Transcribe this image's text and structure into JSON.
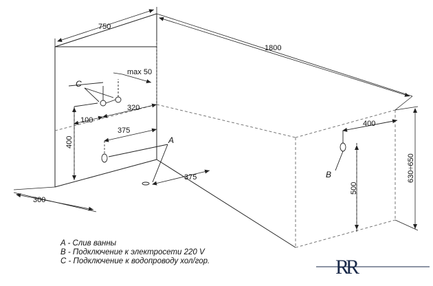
{
  "dimensions": {
    "width": "750",
    "length": "1800",
    "max_height": "max 50",
    "c_spacing": "320",
    "c_offset": "100",
    "drain_offset_back": "375",
    "drain_offset_floor": "375",
    "height_400": "400",
    "depth_300": "300",
    "b_offset": "400",
    "b_height": "500",
    "total_height": "630÷650"
  },
  "markers": {
    "a": "A",
    "b": "B",
    "c": "C"
  },
  "legend": [
    "A - Слив ванны",
    "B - Подключение к электросети 220 V",
    "C - Подключение к водопроводу хол/гор."
  ],
  "colors": {
    "line": "#222222",
    "dashed": "#555555",
    "logo": "#1a2a4a"
  }
}
